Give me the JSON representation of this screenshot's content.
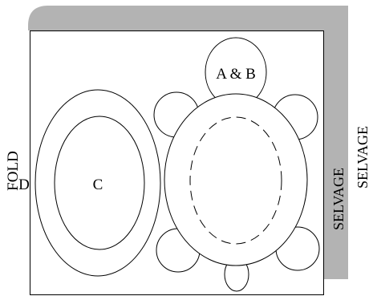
{
  "labels": {
    "fold": "FOLD",
    "selvage_inner": "SELVAGE",
    "selvage_outer": "SELVAGE",
    "piece_ab": "A & B",
    "piece_c": "C",
    "piece_d": "D"
  },
  "colors": {
    "selvage_band": "#b3b3b3",
    "outline": "#000000",
    "fabric": "#ffffff"
  }
}
